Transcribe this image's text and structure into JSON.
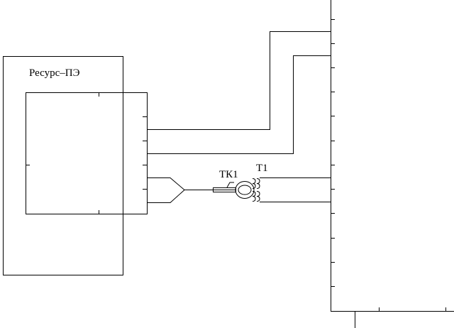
{
  "labels": {
    "device": "Ресурс–ПЭ",
    "sensor": "ТК1",
    "transformer": "Т1"
  },
  "colors": {
    "line": "#000000",
    "background": "#ffffff"
  }
}
